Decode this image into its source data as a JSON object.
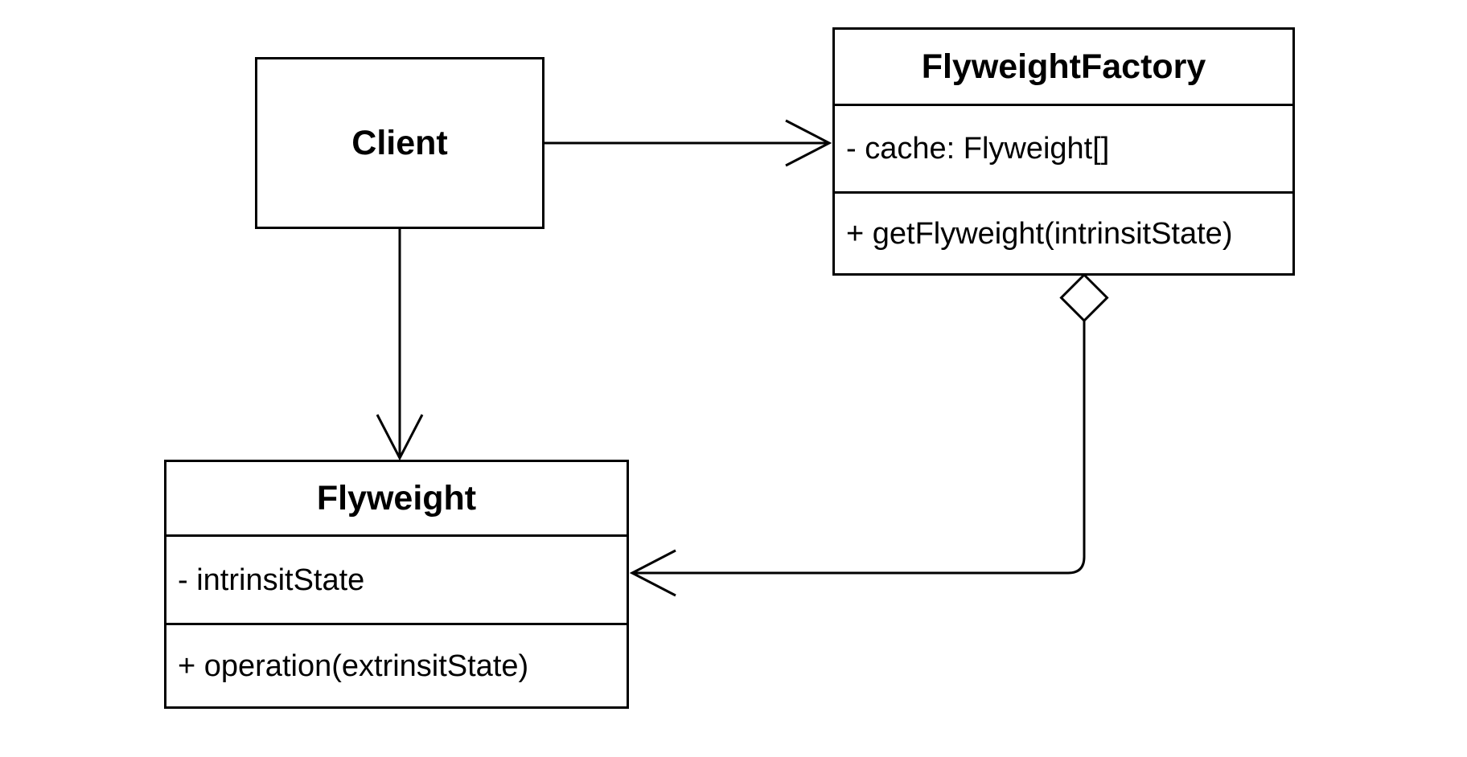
{
  "style": {
    "ink": "#000000",
    "background": "#ffffff"
  },
  "classes": [
    {
      "name": "Client",
      "attributes": [],
      "methods": []
    },
    {
      "name": "FlyweightFactory",
      "attributes": [
        "- cache: Flyweight[]"
      ],
      "methods": [
        "+ getFlyweight(intrinsitState)"
      ]
    },
    {
      "name": "Flyweight",
      "attributes": [
        "- intrinsitState"
      ],
      "methods": [
        "+ operation(extrinsitState)"
      ]
    }
  ],
  "relationships": [
    {
      "from": "Client",
      "to": "FlyweightFactory",
      "type": "directed-association",
      "arrowhead": "open"
    },
    {
      "from": "Client",
      "to": "Flyweight",
      "type": "directed-association",
      "arrowhead": "open"
    },
    {
      "from": "FlyweightFactory",
      "to": "Flyweight",
      "type": "aggregation",
      "source_marker": "hollow-diamond",
      "arrowhead": "open"
    }
  ]
}
